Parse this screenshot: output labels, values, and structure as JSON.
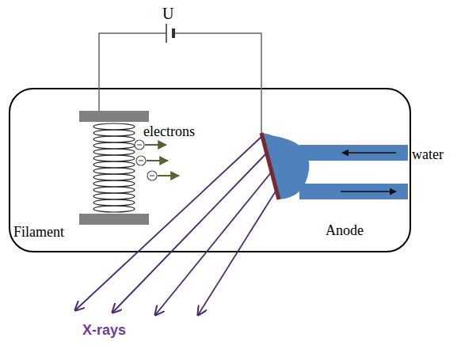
{
  "diagram": {
    "labels": [
      "U",
      "electrons",
      "water",
      "Filament",
      "Anode",
      "X-rays"
    ]
  }
}
